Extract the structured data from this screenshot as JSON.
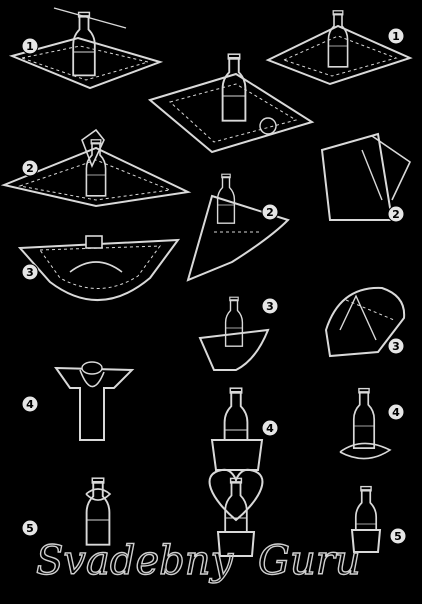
{
  "diagram": {
    "step_markers": {
      "left_column": [
        "1",
        "2",
        "3",
        "4",
        "5"
      ],
      "middle_column": [
        "2",
        "3",
        "4"
      ],
      "right_column": [
        "1",
        "2",
        "3",
        "4",
        "5"
      ]
    },
    "watermark": {
      "word_left": "Svadebny",
      "word_right": "Guru"
    }
  },
  "colors": {
    "background": "#000000",
    "line": "#d9d9d9",
    "marker_fill": "#e6e6e6",
    "marker_text": "#000000",
    "accent_fill": "#000000"
  },
  "icons": [
    "bottle-icon",
    "napkin-icon",
    "bow-icon",
    "heart-icon"
  ]
}
